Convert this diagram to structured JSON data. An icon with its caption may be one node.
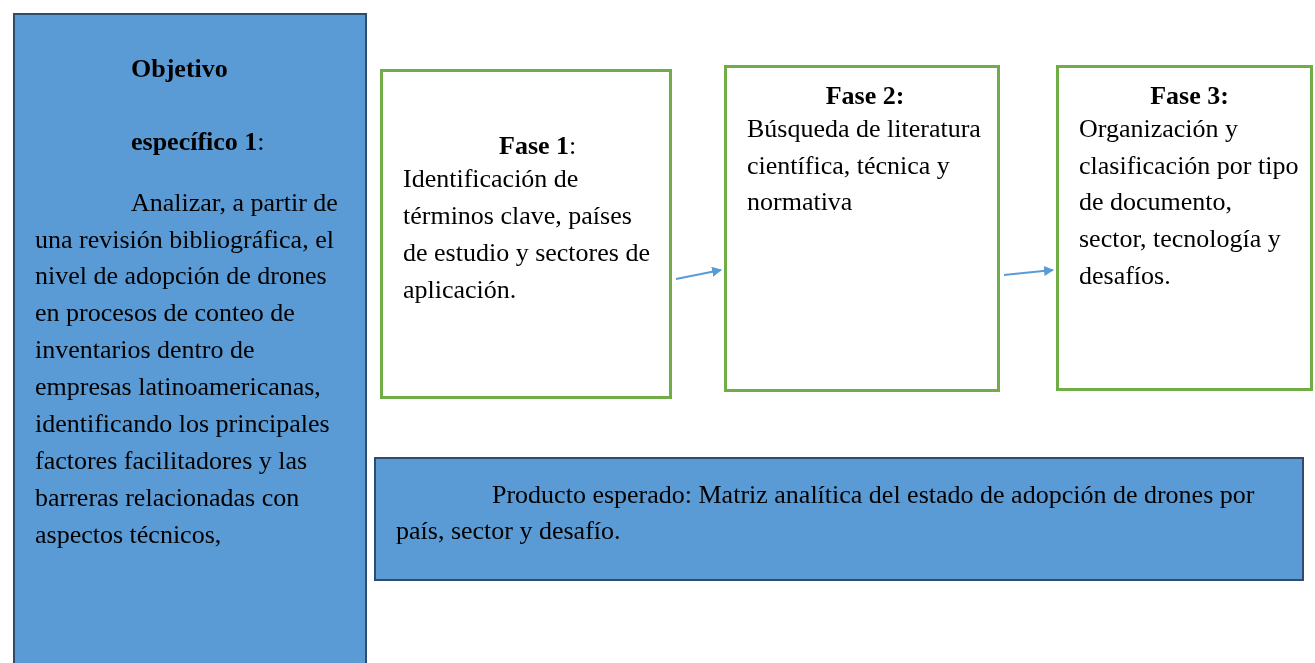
{
  "diagram": {
    "nodes": [
      {
        "text": [
          "**Objetivo específico 1**:",
          "Analizar, a partir de una revisión bibliográfica, el nivel de adopción de drones en procesos de conteo de inventarios dentro de empresas latinoamericanas, identificando los principales factores facilitadores y las barreras relacionadas con aspectos técnicos,"
        ]
      },
      {
        "text": [
          "**Fase 1**:",
          "Identificación de términos clave, países de estudio y sectores de aplicación."
        ]
      },
      {
        "text": [
          "Fase 2:",
          "Búsqueda de literatura científica, técnica y normativa"
        ]
      },
      {
        "text": [
          "Fase 3:",
          "Organización y clasificación por tipo de documento, sector, tecnología y desafíos."
        ]
      },
      {
        "text": [
          "Producto esperado: Matriz analítica del estado de adopción de drones por país, sector y desafío."
        ]
      }
    ],
    "edges": [
      {
        "from": 1,
        "to": 2,
        "arrow": "to"
      },
      {
        "from": 2,
        "to": 3,
        "arrow": "to"
      }
    ]
  }
}
